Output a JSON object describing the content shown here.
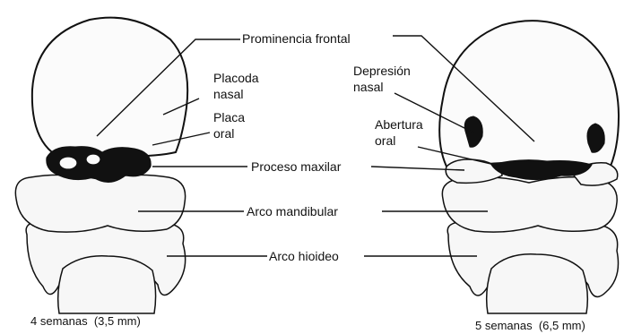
{
  "labels": {
    "prominencia_frontal": "Prominencia frontal",
    "placoda_nasal_1": "Placoda",
    "placoda_nasal_2": "nasal",
    "placa_oral_1": "Placa",
    "placa_oral_2": "oral",
    "depresion_nasal_1": "Depresión",
    "depresion_nasal_2": "nasal",
    "abertura_oral_1": "Abertura",
    "abertura_oral_2": "oral",
    "proceso_maxilar": "Proceso maxilar",
    "arco_mandibular": "Arco mandibular",
    "arco_hioideo": "Arco hioideo"
  },
  "captions": {
    "left": "4 semanas  (3,5 mm)",
    "right": "5 semanas  (6,5 mm)"
  }
}
